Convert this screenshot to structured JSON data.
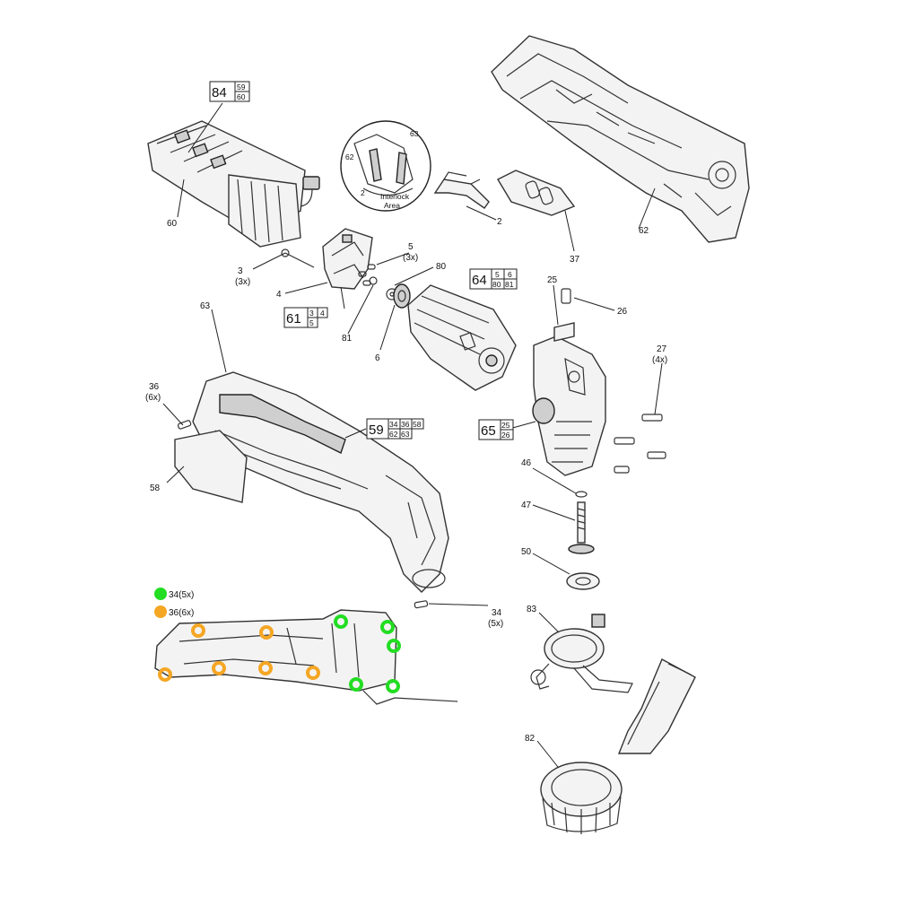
{
  "labels": {
    "p84": "84",
    "p84a": "59",
    "p84b": "60",
    "p60": "60",
    "p62": "62",
    "p2": "2",
    "p37": "37",
    "inset_a": "62",
    "inset_b": "63",
    "inset_c": "2",
    "inset_d": "Interlock",
    "inset_e": "Area",
    "p3": "3",
    "p3q": "(3x)",
    "p5": "5",
    "p5q": "(3x)",
    "p80": "80",
    "p4": "4",
    "p61": "61",
    "p61a": "3",
    "p61b": "4",
    "p61c": "5",
    "p81": "81",
    "p6": "6",
    "p64": "64",
    "p64a": "5",
    "p64b": "6",
    "p64c": "80",
    "p64d": "81",
    "p25": "25",
    "p26": "26",
    "p63": "63",
    "p36": "36",
    "p36q": "(6x)",
    "p27": "27",
    "p27q": "(4x)",
    "p59": "59",
    "p59a": "34",
    "p59b": "36",
    "p59c": "58",
    "p59d": "62",
    "p59e": "63",
    "p65": "65",
    "p65a": "25",
    "p65b": "26",
    "p58": "58",
    "p46": "46",
    "p47": "47",
    "p50": "50",
    "p34": "34",
    "p34q": "(5x)",
    "p83": "83",
    "p82": "82"
  },
  "legend": [
    {
      "label": "34(5x)",
      "color": "#22dd22"
    },
    {
      "label": "36(6x)",
      "color": "#f5a623"
    }
  ],
  "colors": {
    "screw34": "#22dd22",
    "screw36": "#f5a623"
  }
}
